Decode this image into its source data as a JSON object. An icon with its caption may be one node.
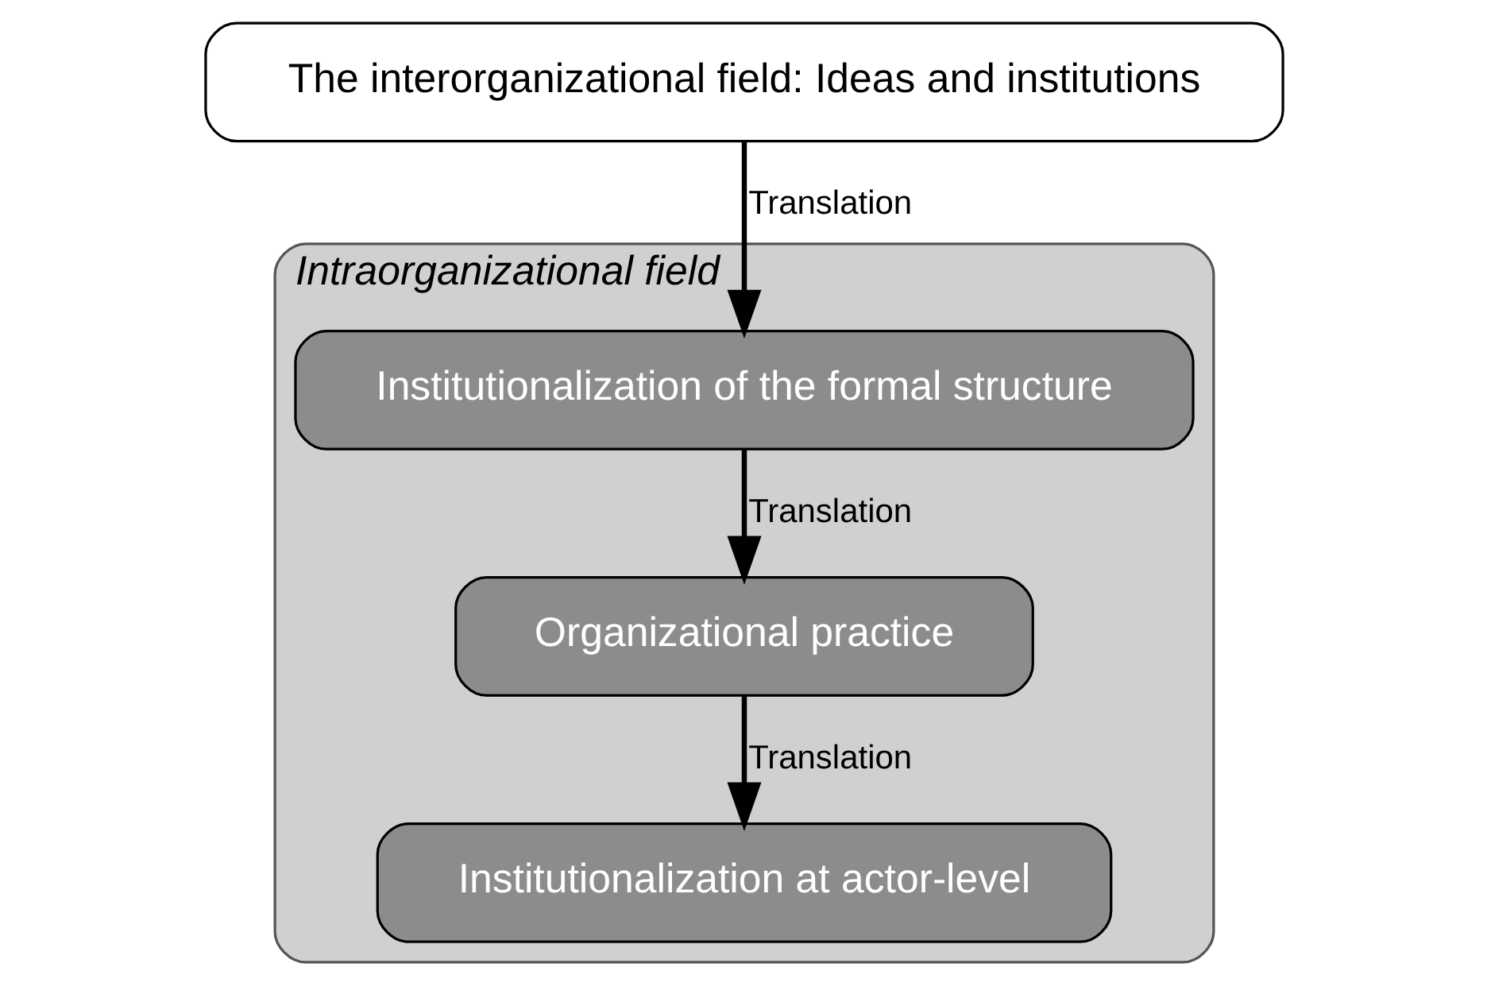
{
  "diagram": {
    "nodes": [
      {
        "text": [
          "The interorganizational field: Ideas and institutions"
        ]
      },
      {
        "text": [
          "Intraorganizational field"
        ]
      },
      {
        "text": [
          "Institutionalization of the formal structure"
        ],
        "in": 1
      },
      {
        "text": [
          "Organizational practice"
        ],
        "in": 1
      },
      {
        "text": [
          "Institutionalization at actor-level"
        ],
        "in": 1
      }
    ],
    "edges": [
      {
        "from": 0,
        "to": 2,
        "arrow": "to",
        "label": "Translation"
      },
      {
        "from": 2,
        "to": 3,
        "arrow": "to",
        "label": "Translation"
      },
      {
        "from": 3,
        "to": 4,
        "arrow": "to",
        "label": "Translation"
      }
    ]
  }
}
